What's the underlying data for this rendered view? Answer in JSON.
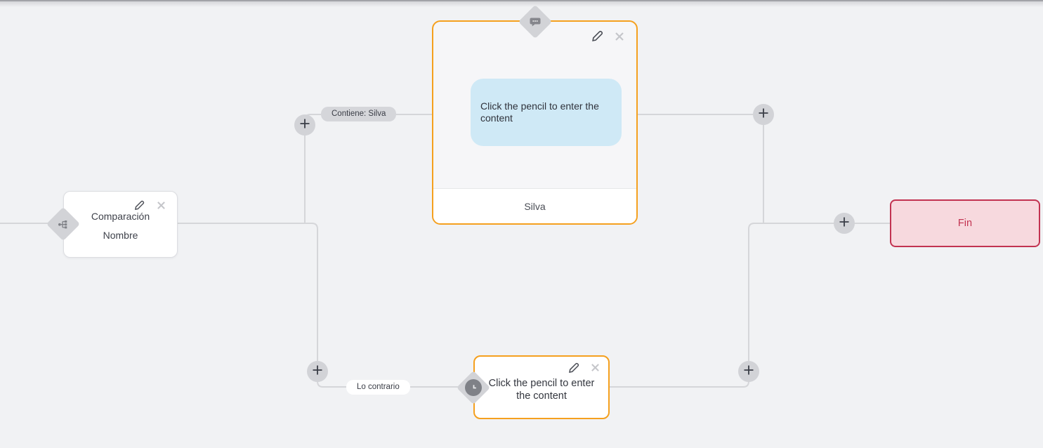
{
  "colors": {
    "canvas_bg": "#f1f2f4",
    "connector": "#d5d6d9",
    "accent_orange": "#f5a01e",
    "bubble_blue": "#cfe9f6",
    "end_bg": "#f7d9de",
    "end_accent": "#c23351",
    "widget_gray": "#d2d3d7",
    "icon_gray": "#7f8187",
    "text_dark": "#3f424b"
  },
  "nodes": {
    "condition": {
      "title_line1": "Comparación",
      "title_line2": "Nombre",
      "handle_icon": "branches-icon"
    },
    "message": {
      "bubble_text": "Click the pencil to enter the content",
      "footer_text": "Silva",
      "handle_icon": "chat-bubble-icon"
    },
    "fallback": {
      "text": "Click the pencil to enter the content",
      "handle_icon": "clock-icon"
    },
    "end": {
      "label": "Fin"
    }
  },
  "edges": {
    "contains_label": "Contiene: Silva",
    "otherwise_label": "Lo contrario"
  },
  "actions": {
    "edit_tooltip": "edit",
    "delete_tooltip": "delete",
    "add_tooltip": "add block"
  }
}
